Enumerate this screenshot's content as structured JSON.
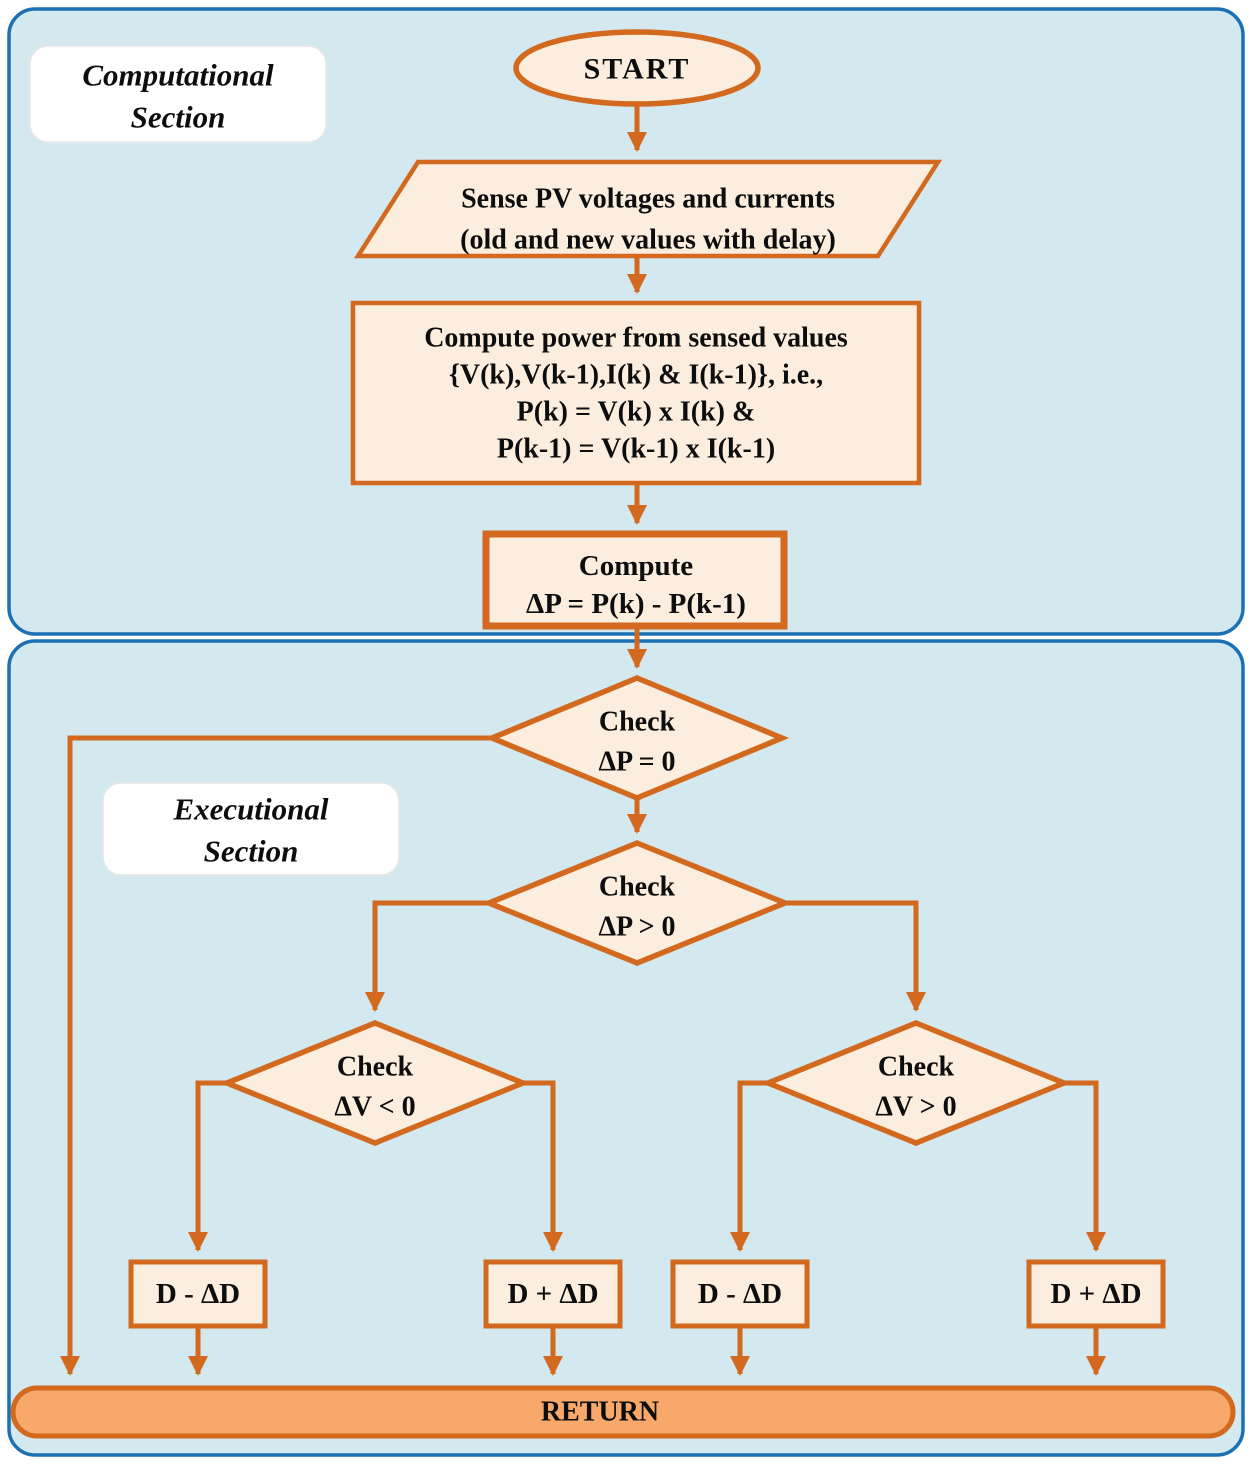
{
  "colors": {
    "panel_background": "#d3e9ef",
    "panel_border": "#1b71b4",
    "shape_fill": "#fceede",
    "shape_border": "#d2691e",
    "return_fill": "#f8a86b",
    "label_background": "#ffffff",
    "text": "#0d0d0d"
  },
  "sections": {
    "computational": {
      "lines": [
        "Computational",
        "Section"
      ]
    },
    "executional": {
      "lines": [
        "Executional",
        "Section"
      ]
    }
  },
  "nodes": {
    "start": {
      "label": "START"
    },
    "sense_inputs": {
      "lines": [
        "Sense PV voltages and currents",
        "(old and new values with delay)"
      ]
    },
    "compute_power": {
      "lines": [
        "Compute power from sensed values",
        "{V(k),V(k-1),I(k) & I(k-1)}, i.e.,",
        "P(k) = V(k) x I(k) &",
        "P(k-1) = V(k-1) x I(k-1)"
      ]
    },
    "compute_delta_p": {
      "lines": [
        "Compute",
        "ΔP = P(k) - P(k-1)"
      ]
    },
    "check_dp_zero": {
      "lines": [
        "Check",
        "ΔP = 0"
      ]
    },
    "check_dp_positive": {
      "lines": [
        "Check",
        "ΔP > 0"
      ]
    },
    "check_dv_negative": {
      "lines": [
        "Check",
        "ΔV < 0"
      ]
    },
    "check_dv_positive": {
      "lines": [
        "Check",
        "ΔV > 0"
      ]
    },
    "duty_decrease_left": {
      "label": "D - ΔD"
    },
    "duty_increase_left": {
      "label": "D + ΔD"
    },
    "duty_decrease_right": {
      "label": "D - ΔD"
    },
    "duty_increase_right": {
      "label": "D + ΔD"
    },
    "return": {
      "label": "RETURN"
    }
  }
}
